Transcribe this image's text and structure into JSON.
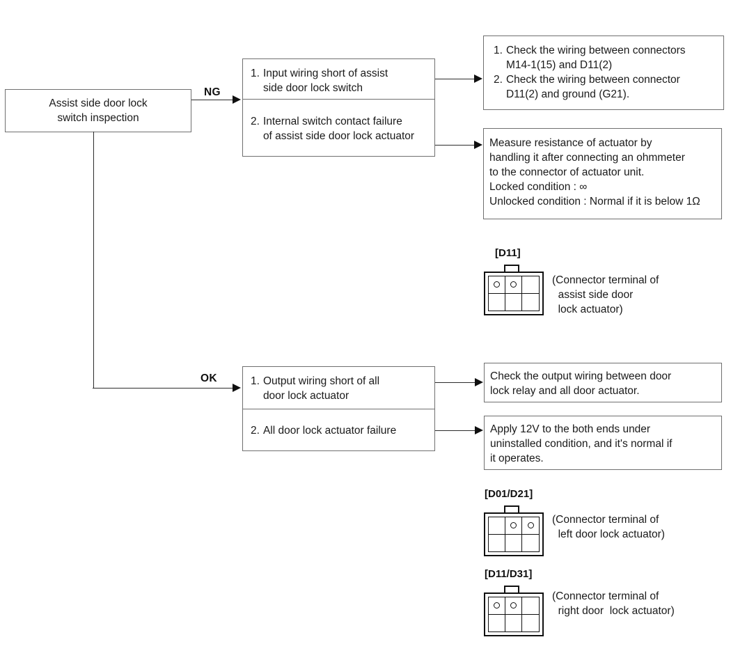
{
  "diagram": {
    "type": "troubleshooting-flowchart",
    "title_text": "",
    "start_box": {
      "label_line1": "Assist side door lock",
      "label_line2": "switch inspection"
    },
    "branches": [
      {
        "label": "NG",
        "causes": [
          {
            "number": "1.",
            "text": "Input wiring short of assist\nside door lock switch"
          },
          {
            "number": "2.",
            "text": "Internal switch contact failure\nof assist side door lock actuator"
          }
        ],
        "actions": [
          {
            "items": [
              {
                "number": "1.",
                "text": "Check the wiring between connectors\nM14-1(15) and D11(2)"
              },
              {
                "number": "2.",
                "text": "Check the wiring between connector\nD11(2) and ground (G21)."
              }
            ]
          },
          {
            "text": "Measure resistance of actuator by\nhandling it after connecting an ohmmeter\nto the connector of actuator unit.\nLocked condition : ∞\nUnlocked condition : Normal if it is below 1Ω"
          }
        ]
      },
      {
        "label": "OK",
        "causes": [
          {
            "number": "1.",
            "text": "Output wiring short of all\ndoor lock actuator"
          },
          {
            "number": "2.",
            "text": "All door lock actuator failure"
          }
        ],
        "actions": [
          {
            "text": "Check the output wiring between door\nlock relay and all door actuator."
          },
          {
            "text": "Apply 12V to the both ends under\nuninstalled condition, and it's normal if\nit operates."
          }
        ]
      }
    ],
    "connectors": [
      {
        "id": "[D11]",
        "caption": "(Connector terminal of\n  assist side door\n  lock actuator)",
        "pins": [
          true,
          true,
          false,
          false,
          false,
          false
        ]
      },
      {
        "id": "[D01/D21]",
        "caption": "(Connector terminal of\n  left door lock actuator)",
        "pins": [
          false,
          true,
          true,
          false,
          false,
          false
        ]
      },
      {
        "id": "[D11/D31]",
        "caption": "(Connector terminal of\n  right door  lock actuator)",
        "pins": [
          true,
          true,
          false,
          false,
          false,
          false
        ]
      }
    ],
    "colors": {
      "box_border": "#6f6f6f",
      "line": "#2b2b2b",
      "text": "#1a1a1a",
      "symbol": "#101010",
      "background": "#ffffff"
    }
  }
}
